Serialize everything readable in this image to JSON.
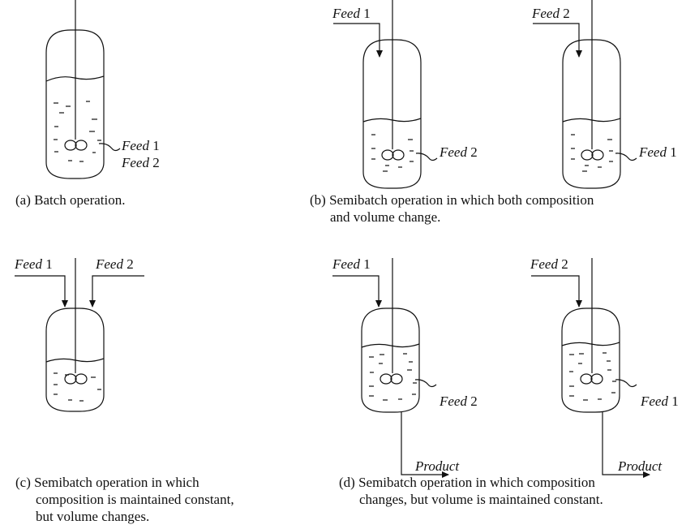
{
  "panels": {
    "a": {
      "feed_label_1": "Feed 1",
      "feed_label_2": "Feed 2",
      "caption": [
        "(a) Batch operation."
      ]
    },
    "b": {
      "left": {
        "top_feed": "Feed 1",
        "side_feed": "Feed 2"
      },
      "right": {
        "top_feed": "Feed 2",
        "side_feed": "Feed 1"
      },
      "caption": [
        "(b)  Semibatch operation in which both composition",
        "and volume change."
      ]
    },
    "c": {
      "top_feed_left": "Feed 1",
      "top_feed_right": "Feed 2",
      "caption": [
        "(c)  Semibatch operation in which",
        "composition is maintained constant,",
        "but volume changes."
      ]
    },
    "d": {
      "left": {
        "top_feed": "Feed 1",
        "side_feed": "Feed 2",
        "product": "Product"
      },
      "right": {
        "top_feed": "Feed 2",
        "side_feed": "Feed 1",
        "product": "Product"
      },
      "caption": [
        "(d) Semibatch operation in which composition",
        "changes, but volume is maintained constant."
      ]
    }
  }
}
